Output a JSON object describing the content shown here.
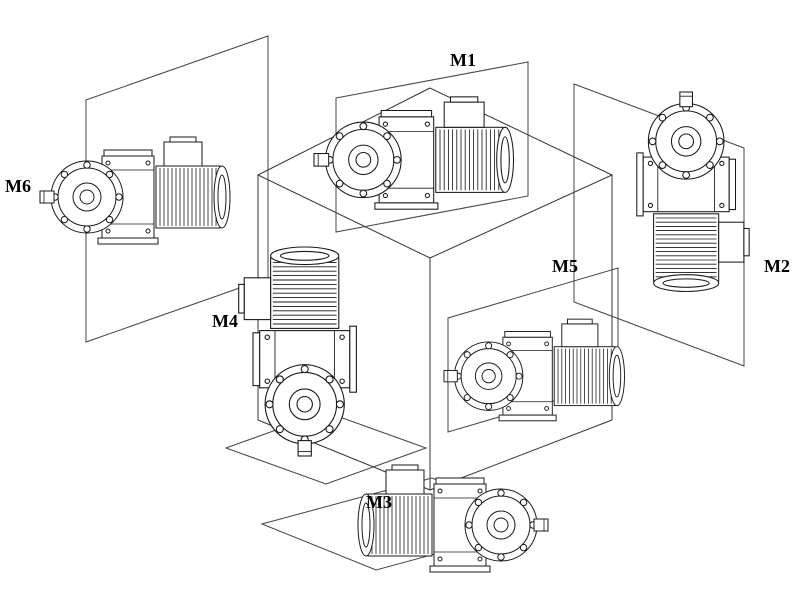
{
  "diagram": {
    "background_color": "#ffffff",
    "line_color": "#1a1a1a",
    "labels": {
      "m1": "M1",
      "m2": "M2",
      "m3": "M3",
      "m4": "M4",
      "m5": "M5",
      "m6": "M6"
    }
  }
}
